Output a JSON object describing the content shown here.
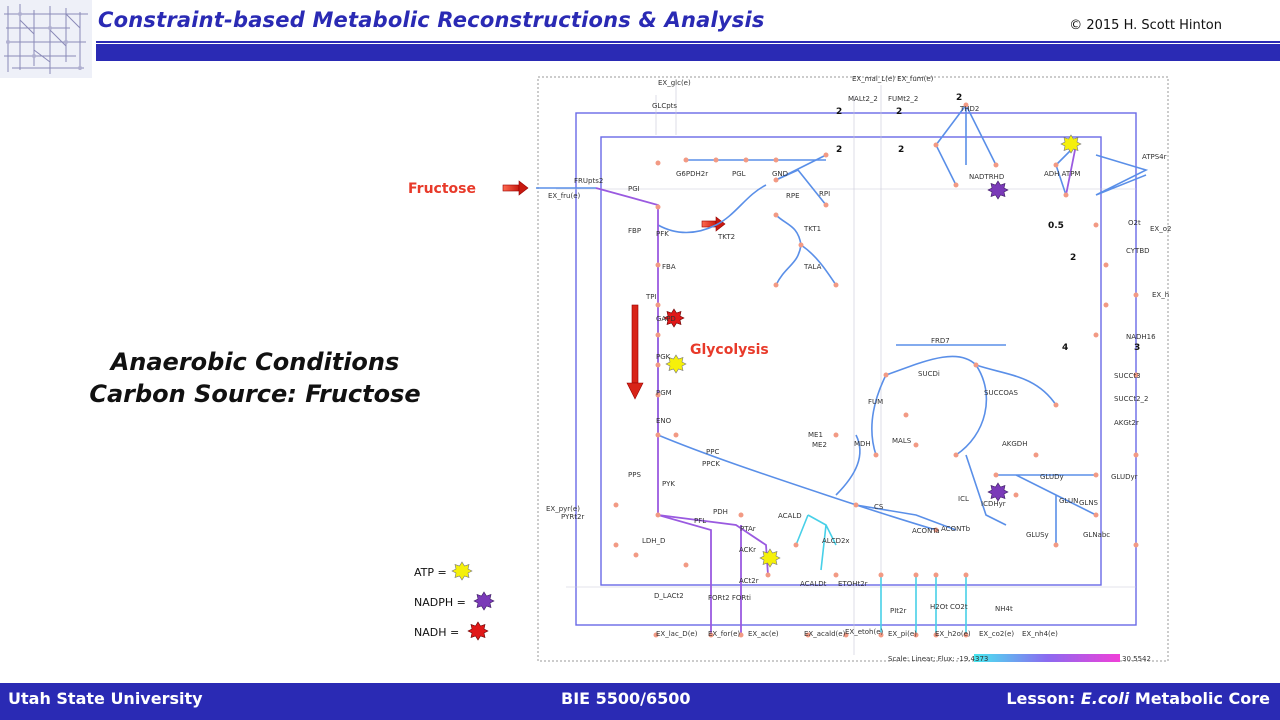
{
  "header": {
    "title": "Constraint-based Metabolic Reconstructions & Analysis",
    "copyright": "© 2015 H. Scott Hinton"
  },
  "conditions": {
    "line1": "Anaerobic Conditions",
    "line2": "Carbon Source: Fructose"
  },
  "labels": {
    "fructose": "Fructose",
    "glycolysis": "Glycolysis"
  },
  "legend": {
    "atp": "ATP =",
    "nadph": "NADPH =",
    "nadh": "NADH ="
  },
  "scale": {
    "text": "Scale: Linear; Flux: -19.4373",
    "max": "30.5542"
  },
  "footer": {
    "left": "Utah State University",
    "center": "BIE 5500/6500",
    "right_prefix": "Lesson: ",
    "right_italic": "E.coli",
    "right_suffix": " Metabolic Core"
  },
  "network_labels": {
    "ex_glc": "EX_glc(e)",
    "glcpts": "GLCpts",
    "ex_mal_fum": "EX_mal_L(e)  EX_fum(e)",
    "malt2": "MALt2_2",
    "fumt2": "FUMt2_2",
    "thd2": "THD2",
    "atps4r": "ATPS4r",
    "adh_atpm": "ADH  ATPM",
    "nadtrhd": "NADTRHD",
    "fruPts2": "FRUpts2",
    "ex_fru": "EX_fru(e)",
    "pgi": "PGI",
    "g6pdh2r": "G6PDH2r",
    "pgl": "PGL",
    "gnd": "GND",
    "rpi": "RPI",
    "rpe": "RPE",
    "fbp": "FBP",
    "pfk": "PFK",
    "tkt2": "TKT2",
    "tkt1": "TKT1",
    "tala": "TALA",
    "fba": "FBA",
    "tpi": "TPI",
    "gapd": "GAPD",
    "pgk": "PGK",
    "pgm": "PGM",
    "eno": "ENO",
    "o2t": "O2t",
    "ex_o2": "EX_o2",
    "cytbd": "CYTBD",
    "ex_h": "EX_h",
    "nadh16": "NADH16",
    "frd7": "FRD7",
    "sucdi": "SUCDi",
    "succoas": "SUCCOAS",
    "fum": "FUM",
    "mdh": "MDH",
    "mals": "MALS",
    "akgdh": "AKGDH",
    "succt3": "SUCCt3",
    "succt2_2": "SUCCt2_2",
    "akgt2r": "AKGt2r",
    "me1": "ME1",
    "me2": "ME2",
    "ppc": "PPC",
    "ppck": "PPCK",
    "pps": "PPS",
    "pyk": "PYK",
    "ex_pyr": "EX_pyr(e)",
    "pyrt2r": "PYRt2r",
    "pfl": "PFL",
    "pdh": "PDH",
    "ptar": "PTAr",
    "acald": "ACALD",
    "cs": "CS",
    "icl": "ICL",
    "icdhyr": "ICDHyr",
    "aconta": "ACONTa",
    "acontb": "ACONTb",
    "glud": "GLUDy",
    "glun": "GLUN",
    "glns": "GLNS",
    "glnabc": "GLNabc",
    "glusy": "GLUSy",
    "gludyr": "GLUDyr",
    "ldh_d": "LDH_D",
    "ackr": "ACKr",
    "alcd2x": "ALCD2x",
    "act2r": "ACt2r",
    "d_lact2": "D_LACt2",
    "for_fori": "FORt2 FORti",
    "acaldt": "ACALDt",
    "etoht2r": "ETOHt2r",
    "pit2r": "PIt2r",
    "h2ot": "H2Ot",
    "co2t": "CO2t",
    "nh4t": "NH4t",
    "ex_lac": "EX_lac_D(e)",
    "ex_for": "EX_for(e)",
    "ex_ac": "EX_ac(e)",
    "ex_acald": "EX_acald(e)",
    "ex_etoh": "EX_etoh(e)",
    "ex_pi": "EX_pi(e)",
    "ex_h2o": "EX_h2o(e)",
    "ex_co2": "EX_co2(e)",
    "ex_nh4": "EX_nh4(e)",
    "n2a": "2",
    "n2b": "2",
    "n2c": "2",
    "n2d": "2",
    "n2e": "2",
    "n2f": "2",
    "n05": "0.5",
    "n4": "4",
    "n3": "3"
  },
  "colors": {
    "header_blue": "#2a2ab4",
    "compartment_blue": "#6a6ae6",
    "flux_blue": "#5a8fe8",
    "flux_purple": "#9a5ae0",
    "flux_cyan": "#48d0e8",
    "metabolite_salmon": "#f29a84",
    "arrow_red": "#e02a20",
    "atp_yellow": "#f5f00a",
    "nadph_purple": "#7a3ab8",
    "nadh_red": "#e01818"
  }
}
